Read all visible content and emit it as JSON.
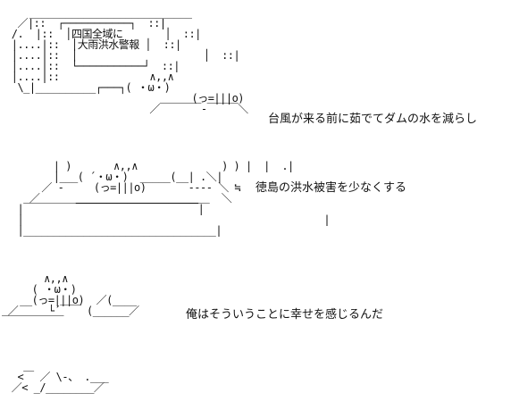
{
  "scene1": {
    "art": "    ___________________________\n  ／|::  ┌───────────┐  ::|\n /.  |::  │四国全域に       │  ::|\n |....|::  │大雨洪水警報 │  ::|\n |....|::  │                     │  ::|\n |....|::  └───────────┘  ::|\n |....|::               ∧,,∧\n  \\_|__________┌───┐( ・ω・)\n                               (っ=|||o)\n                        ／￣￣￣￣‐￣￣￣＼",
    "tv_line1": "四国全域に",
    "tv_line2": "大雨洪水警報",
    "caption": "台風が来る前に茹でてダムの水を減らし"
  },
  "scene2": {
    "art": "        | )       ∧,,∧              ) ) |  |  .|\n        |___( ´・ω・)  _____(__| .＼|\n      ／ ‐     (っ=|||o)       ---- ＼ ≒\n    ／      ＿＿＿＿＿＿＿＿＿＿＿＿＿  ＼\n  |￣￣￣￣￣￣￣￣￣￣￣￣￣￣￣￣￣|\n  |                                                  |\n  |________________________________|",
    "caption": "徳島の洪水被害を少なくする"
  },
  "scene3": {
    "art": "       ∧,,∧\n     ( ・ω・)\n   __(っ=|||o)  ／(____\n ／     └´￣￣ (______／\n￣￣￣￣￣￣",
    "caption": "俺はそういうことに幸せを感じるんだ"
  },
  "scene4": {
    "art": "  <￣ ／ \\‐、 .___\n ／< _/________／"
  }
}
